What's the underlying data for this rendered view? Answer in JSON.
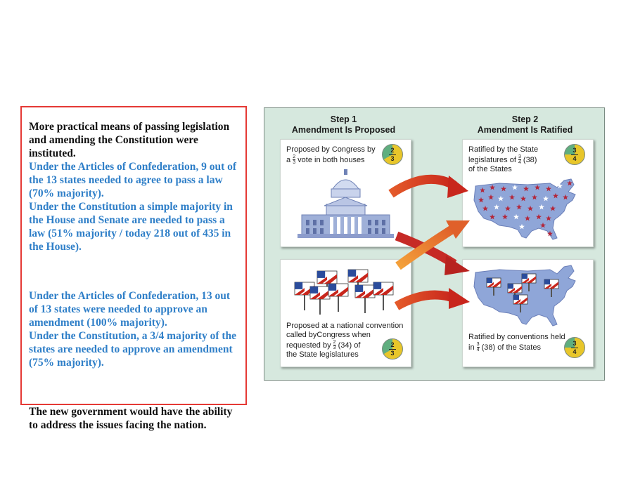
{
  "text_box": {
    "lines": [
      {
        "text": "More practical means of passing legislation",
        "color": "black"
      },
      {
        "text": "and amending the Constitution were",
        "color": "black"
      },
      {
        "text": "instituted.",
        "color": "black"
      },
      {
        "text": "Under the Articles of Confederation, 9 out of",
        "color": "blue"
      },
      {
        "text": "the 13 states needed to agree to pass a law",
        "color": "blue"
      },
      {
        "text": "(70% majority).",
        "color": "blue"
      },
      {
        "text": "Under the Constitution a simple majority in",
        "color": "blue"
      },
      {
        "text": "the House and Senate are needed to pass a",
        "color": "blue"
      },
      {
        "text": "law (51% majority / today 218 out of 435 in",
        "color": "blue"
      },
      {
        "text": "the House).",
        "color": "blue"
      },
      {
        "text": "",
        "color": "gap"
      },
      {
        "text": "Under the Articles of Confederation, 13 out",
        "color": "blue"
      },
      {
        "text": "of 13 states were needed to approve an",
        "color": "blue"
      },
      {
        "text": "amendment (100% majority).",
        "color": "blue"
      },
      {
        "text": "Under the Constitution, a 3/4 majority of the",
        "color": "blue"
      },
      {
        "text": "states are needed to approve an amendment",
        "color": "blue"
      },
      {
        "text": "(75% majority).",
        "color": "blue"
      },
      {
        "text": "",
        "color": "gap"
      },
      {
        "text": "The new government would have the ability",
        "color": "black"
      },
      {
        "text": "to address the issues facing the nation.",
        "color": "black"
      }
    ]
  },
  "diagram": {
    "step1": {
      "line1": "Step 1",
      "line2": "Amendment Is Proposed"
    },
    "step2": {
      "line1": "Step 2",
      "line2": "Amendment Is Ratified"
    },
    "panel_congress": {
      "line1": "Proposed by Congress by",
      "line2_pre": "a",
      "frac_n": "2",
      "frac_d": "3",
      "line2_post": "vote in both houses",
      "pie": {
        "n": "2",
        "d": "3",
        "fraction": 0.667,
        "fill": "#e8c62a",
        "rest": "#5fae7f"
      },
      "icon": "capitol-building-icon"
    },
    "panel_convention": {
      "line1": "Proposed at a national convention",
      "line2": "called byCongress when",
      "line3_pre": "requested by",
      "frac_n": "2",
      "frac_d": "3",
      "line3_post": "(34) of",
      "line4": "the State legislatures",
      "pie": {
        "n": "2",
        "d": "3",
        "fraction": 0.667,
        "fill": "#e8c62a",
        "rest": "#5fae7f"
      },
      "icon": "protest-signs-icon"
    },
    "panel_legislatures": {
      "line1": "Ratified by the State",
      "line2_pre": "legislatures of",
      "frac_n": "3",
      "frac_d": "4",
      "line2_post": "(38)",
      "line3": "of the States",
      "pie": {
        "n": "3",
        "d": "4",
        "fraction": 0.75,
        "fill": "#e8c62a",
        "rest": "#5fae7f"
      },
      "icon": "us-map-stars-icon"
    },
    "panel_conventions": {
      "line1": "Ratified by conventions held",
      "line2_pre": "in",
      "frac_n": "3",
      "frac_d": "4",
      "line2_post": "(38) of the States",
      "pie": {
        "n": "3",
        "d": "4",
        "fraction": 0.75,
        "fill": "#e8c62a",
        "rest": "#5fae7f"
      },
      "icon": "us-map-flags-icon"
    },
    "colors": {
      "arrow_red": "#d43a22",
      "arrow_orange": "#f08a2a",
      "map_blue": "#8fa6d8",
      "star_red": "#b3263a"
    }
  }
}
